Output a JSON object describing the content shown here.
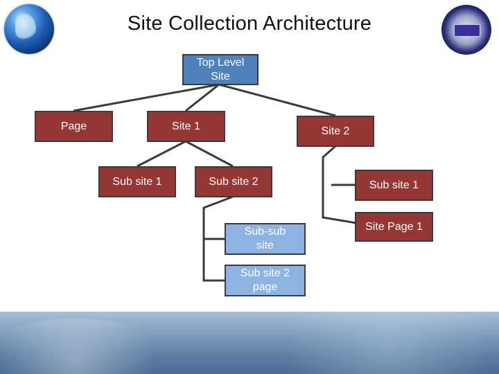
{
  "title": "Site Collection Architecture",
  "nodes": {
    "top": "Top Level Site",
    "page": "Page",
    "site1": "Site 1",
    "site2": "Site 2",
    "site1_sub1": "Sub site 1",
    "site1_sub2": "Sub site 2",
    "subsub": "Sub-sub site",
    "subsite2_page": "Sub site 2 page",
    "site2_sub1": "Sub site 1",
    "site2_page1": "Site Page 1"
  },
  "colors": {
    "blue": "#4f81bd",
    "red": "#953735",
    "lightblue": "#8db3e2"
  }
}
